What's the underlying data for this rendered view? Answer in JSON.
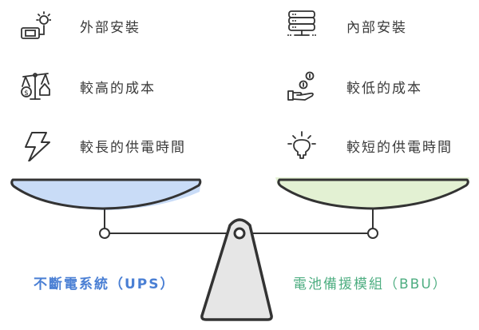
{
  "left": {
    "caption": "不斷電系統（UPS）",
    "caption_color": "#4a7fd4",
    "pan_color": "#c9dcf7",
    "items": [
      {
        "icon": "external-generator-icon",
        "label": "外部安裝"
      },
      {
        "icon": "scale-cost-icon",
        "label": "較高的成本"
      },
      {
        "icon": "lightning-bolt-icon",
        "label": "較長的供電時間"
      }
    ]
  },
  "right": {
    "caption": "電池備援模組（BBU）",
    "caption_color": "#4fae82",
    "pan_color": "#e3f1d3",
    "items": [
      {
        "icon": "server-rack-icon",
        "label": "內部安裝"
      },
      {
        "icon": "hand-coins-icon",
        "label": "較低的成本"
      },
      {
        "icon": "light-bulb-icon",
        "label": "較短的供電時間"
      }
    ]
  },
  "colors": {
    "outline": "#333333",
    "fulcrum_fill": "#e6e6e6"
  }
}
